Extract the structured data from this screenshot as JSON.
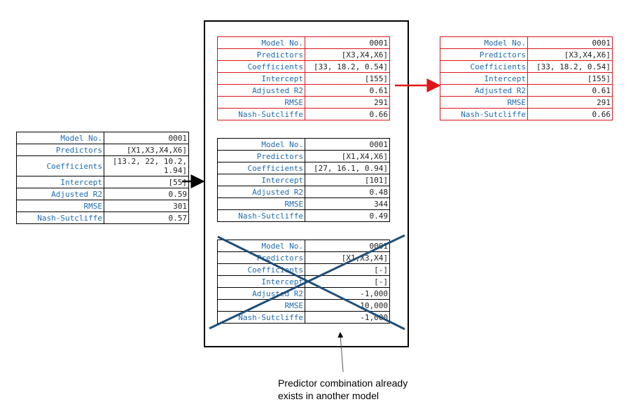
{
  "labels": {
    "model_no": "Model No.",
    "predictors": "Predictors",
    "coefficients": "Coefficients",
    "intercept": "Intercept",
    "adjusted_r2": "Adjusted R2",
    "rmse": "RMSE",
    "nash_sutcliffe": "Nash-Sutcliffe"
  },
  "input_model": {
    "model_no": "0001",
    "predictors": "[X1,X3,X4,X6]",
    "coefficients": "[13.2, 22, 10.2, 1.94]",
    "intercept": "[55]",
    "adjusted_r2": "0.59",
    "rmse": "301",
    "nash_sutcliffe": "0.57"
  },
  "candidates": [
    {
      "model_no": "0001",
      "predictors": "[X3,X4,X6]",
      "coefficients": "[33, 18.2, 0.54]",
      "intercept": "[155]",
      "adjusted_r2": "0.61",
      "rmse": "291",
      "nash_sutcliffe": "0.66"
    },
    {
      "model_no": "0001",
      "predictors": "[X1,X4,X6]",
      "coefficients": "[27, 16.1, 0.94]",
      "intercept": "[101]",
      "adjusted_r2": "0.48",
      "rmse": "344",
      "nash_sutcliffe": "0.49"
    },
    {
      "model_no": "0001",
      "predictors": "[X1,X3,X4]",
      "coefficients": "[-]",
      "intercept": "[-]",
      "adjusted_r2": "-1,000",
      "rmse": "10,000",
      "nash_sutcliffe": "-1,000"
    }
  ],
  "output_model": {
    "model_no": "0001",
    "predictors": "[X3,X4,X6]",
    "coefficients": "[33, 18.2, 0.54]",
    "intercept": "[155]",
    "adjusted_r2": "0.61",
    "rmse": "291",
    "nash_sutcliffe": "0.66"
  },
  "caption": {
    "line1": "Predictor combination already",
    "line2": "exists in another model"
  },
  "colors": {
    "selected_border": "#e0151b",
    "label_text": "#1f6ab0",
    "cross": "#1f4e79"
  }
}
